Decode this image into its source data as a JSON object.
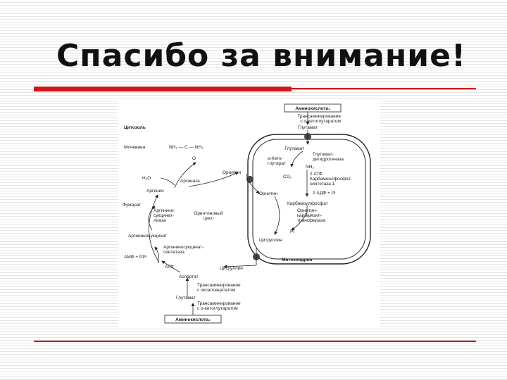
{
  "slide": {
    "title": "Спасибо за внимание!"
  },
  "diagram": {
    "top_box": "Аминокислота₁",
    "bottom_box": "Аминокислота₂",
    "labels": {
      "transamination_top_1": "Трансаминирование",
      "transamination_top_2": "с α-кетоглутаратом",
      "glutamate_outer": "Глутамат",
      "cytosol": "Цитозоль",
      "urea": "Мочевина",
      "urea_formula": "NH₂ — C — NH₂",
      "urea_o": "O",
      "glutamate_inner": "Глутамат",
      "gdh_1": "Глутамат-",
      "gdh_2": "дегидрогеназа",
      "ketoglutarate_1": "α-Кето-",
      "ketoglutarate_2": "глутарат",
      "nh3": "NH₃",
      "h2o": "H₂O",
      "ornithine_cyto": "Орнитин",
      "arginase": "Аргиназа",
      "co2": "CO₂",
      "atp2": "2 АТФ",
      "cps_1": "Карбамоилфосфат-",
      "cps_2": "синтетаза 1",
      "arginine": "Аргинин",
      "ornithine_mito": "Орнитин",
      "adp2": "2 АДФ + Pi",
      "fumarate": "Фумарат",
      "carbamoyl_phosphate": "Карбамоилфосфат",
      "asl_1": "Аргинино-",
      "asl_2": "сукцинат-",
      "asl_3": "лиаза",
      "cycle_1": "Орнитиновый",
      "cycle_2": "цикл",
      "otc_1": "Орнитин-",
      "otc_2": "карбамоил-",
      "otc_3": "трансфераза",
      "pi": "Pi",
      "argininosuccinate": "Аргининосукцинат",
      "citrulline_mito": "Цитруллин",
      "ass_1": "Аргининосукцинат-",
      "ass_2": "синтетаза",
      "amp": "АМФ + PPi",
      "mitochondria": "Митохондрия",
      "atp": "АТФ",
      "citrulline_cyto": "Цитруллин",
      "aspartate": "Аспартат",
      "trans_oxa_1": "Трансаминирование",
      "trans_oxa_2": "с оксалоацетатом",
      "glutamate_bottom": "Глутамат",
      "trans_akg_1": "Трансаминирование",
      "trans_akg_2": "с α-кетоглутаратом"
    }
  }
}
